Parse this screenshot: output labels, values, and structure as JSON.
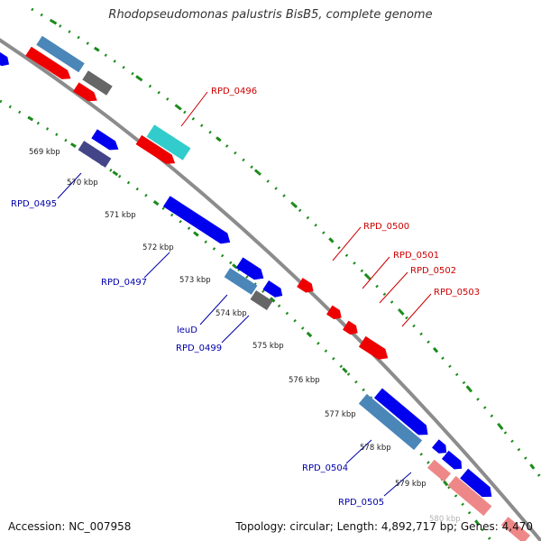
{
  "title": "Rhodopseudomonas palustris BisB5, complete genome",
  "footer": {
    "accession": "Accession: NC_007958",
    "topology": "Topology: circular; Length: 4,892,717 bp; Genes: 4,470"
  },
  "colors": {
    "backbone": "#8c8c8c",
    "dots": "#1a8a1a",
    "forward_label": "#cc0000",
    "reverse_label": "#0000aa",
    "cds_blue": "#0000ee",
    "cds_red": "#ee0000",
    "cds_steel": "#4a86b8",
    "cds_grey": "#666666",
    "cds_cyan": "#33cccc",
    "cds_pink": "#ee8888",
    "cds_purple": "#444488"
  },
  "ticks": [
    "569 kbp",
    "570 kbp",
    "571 kbp",
    "572 kbp",
    "573 kbp",
    "574 kbp",
    "575 kbp",
    "576 kbp",
    "577 kbp",
    "578 kbp",
    "579 kbp",
    "580 kbp"
  ],
  "genes": {
    "forward": [
      "RPD_0496",
      "RPD_0500",
      "RPD_0501",
      "RPD_0502",
      "RPD_0503"
    ],
    "reverse": [
      "RPD_0495",
      "RPD_0497",
      "leuD",
      "RPD_0499",
      "RPD_0504",
      "RPD_0505"
    ]
  }
}
